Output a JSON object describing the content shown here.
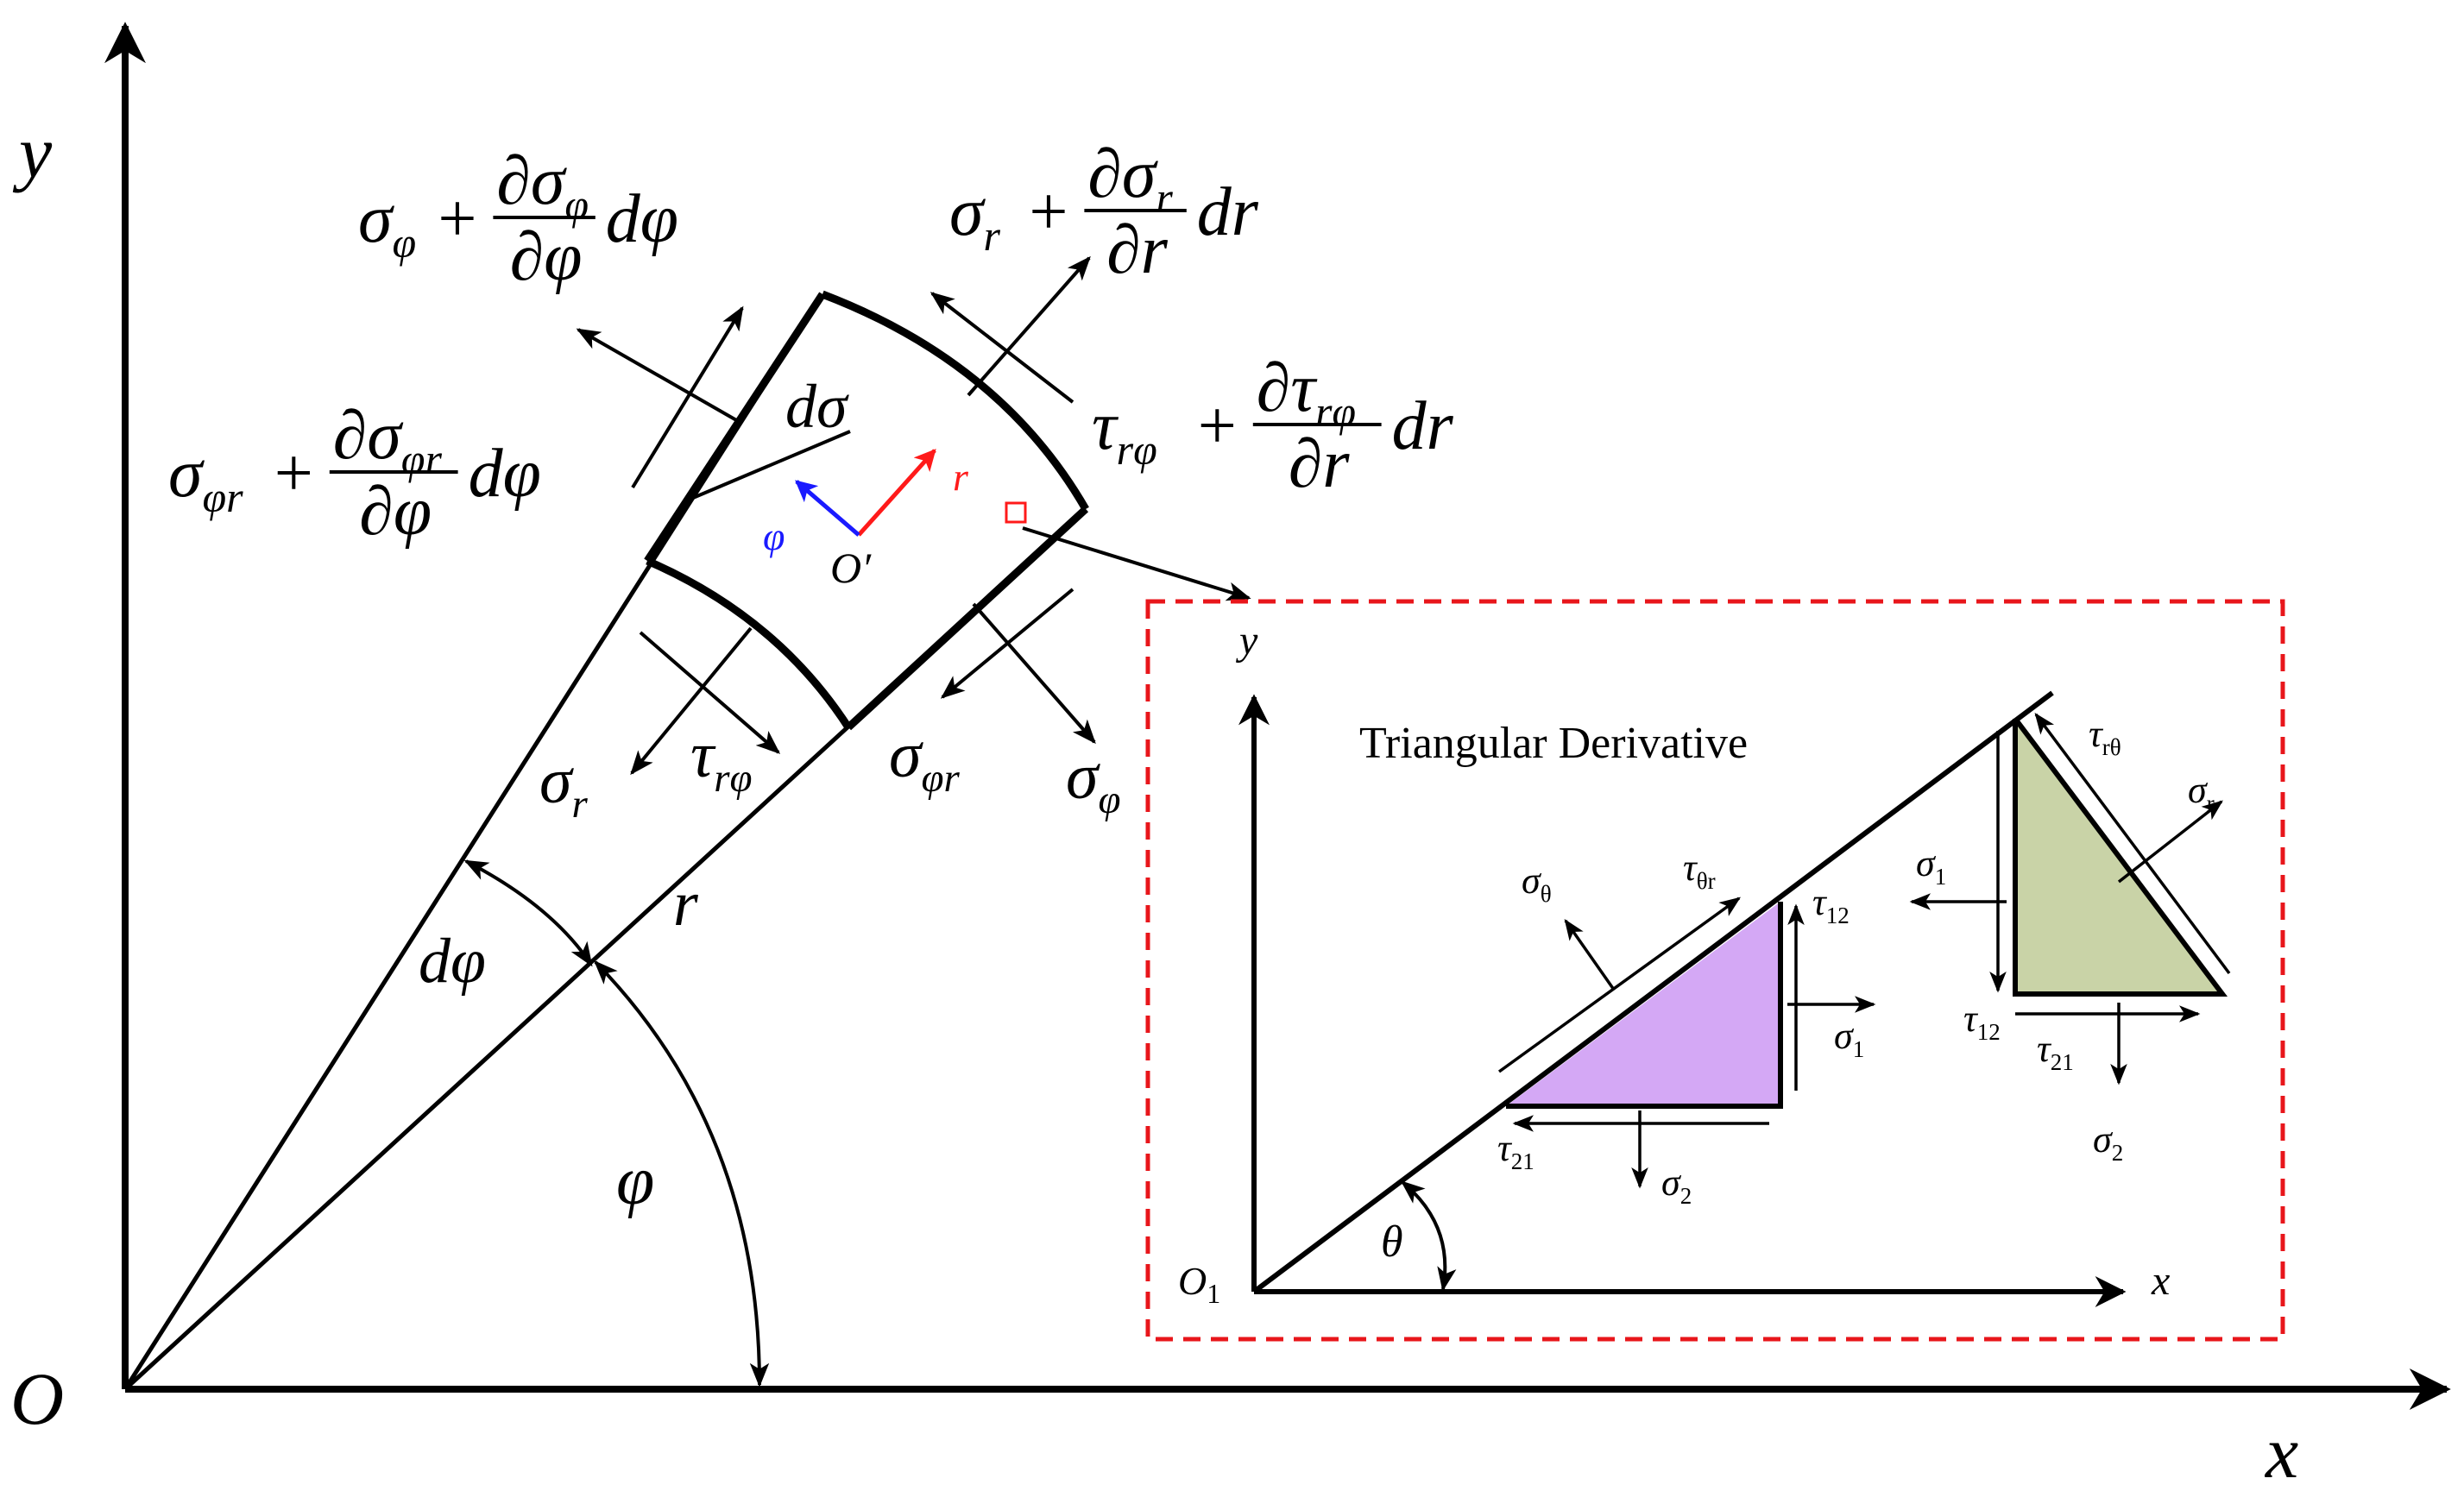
{
  "main_axes": {
    "x_label": "x",
    "y_label": "y",
    "origin_label": "O"
  },
  "element": {
    "label_dsigma": "dσ",
    "label_r": "r",
    "label_dphi": "dφ",
    "label_phi": "φ",
    "center_label": "O′",
    "local_r": "r",
    "local_phi": "φ"
  },
  "stress_labels": {
    "sigma_phi_plus": {
      "base": "σ",
      "sub": "φ",
      "op": "+",
      "num": "∂σ",
      "num_sub": "φ",
      "den": "∂φ",
      "tail": "dφ"
    },
    "sigma_r_plus": {
      "base": "σ",
      "sub": "r",
      "op": "+",
      "num": "∂σ",
      "num_sub": "r",
      "den": "∂r",
      "tail": "dr"
    },
    "tau_rphi_plus": {
      "base": "τ",
      "sub": "rφ",
      "op": "+",
      "num": "∂τ",
      "num_sub": "rφ",
      "den": "∂r",
      "tail": "dr"
    },
    "sigma_phir_plus": {
      "base": "σ",
      "sub": "φr",
      "op": "+",
      "num": "∂σ",
      "num_sub": "φr",
      "den": "∂φ",
      "tail": "dφ"
    },
    "sigma_r": {
      "base": "σ",
      "sub": "r"
    },
    "tau_rphi": {
      "base": "τ",
      "sub": "rφ"
    },
    "sigma_phir": {
      "base": "σ",
      "sub": "φr"
    },
    "sigma_phi": {
      "base": "σ",
      "sub": "φ"
    }
  },
  "inset": {
    "title": "Triangular Derivative",
    "x_label": "x",
    "y_label": "y",
    "origin_label": "O",
    "origin_sub": "1",
    "angle_label": "θ",
    "left_triangle": {
      "sigma_theta": {
        "base": "σ",
        "sub": "θ"
      },
      "tau_theta_r": {
        "base": "τ",
        "sub": "θr"
      },
      "tau_12": {
        "base": "τ",
        "sub": "12"
      },
      "sigma_1": {
        "base": "σ",
        "sub": "1"
      },
      "tau_21": {
        "base": "τ",
        "sub": "21"
      },
      "sigma_2": {
        "base": "σ",
        "sub": "2"
      }
    },
    "right_triangle": {
      "tau_r_theta": {
        "base": "τ",
        "sub": "rθ"
      },
      "sigma_r": {
        "base": "σ",
        "sub": "r"
      },
      "sigma_1": {
        "base": "σ",
        "sub": "1"
      },
      "tau_12": {
        "base": "τ",
        "sub": "12"
      },
      "tau_21": {
        "base": "τ",
        "sub": "21"
      },
      "sigma_2": {
        "base": "σ",
        "sub": "2"
      }
    }
  },
  "colors": {
    "line": "#000000",
    "inset_border": "#e8161b",
    "local_r_arrow": "#ff1a1a",
    "local_phi_arrow": "#1a1aff",
    "left_triangle_fill": "#d4a8f5",
    "right_triangle_fill": "#c9d3a7"
  }
}
